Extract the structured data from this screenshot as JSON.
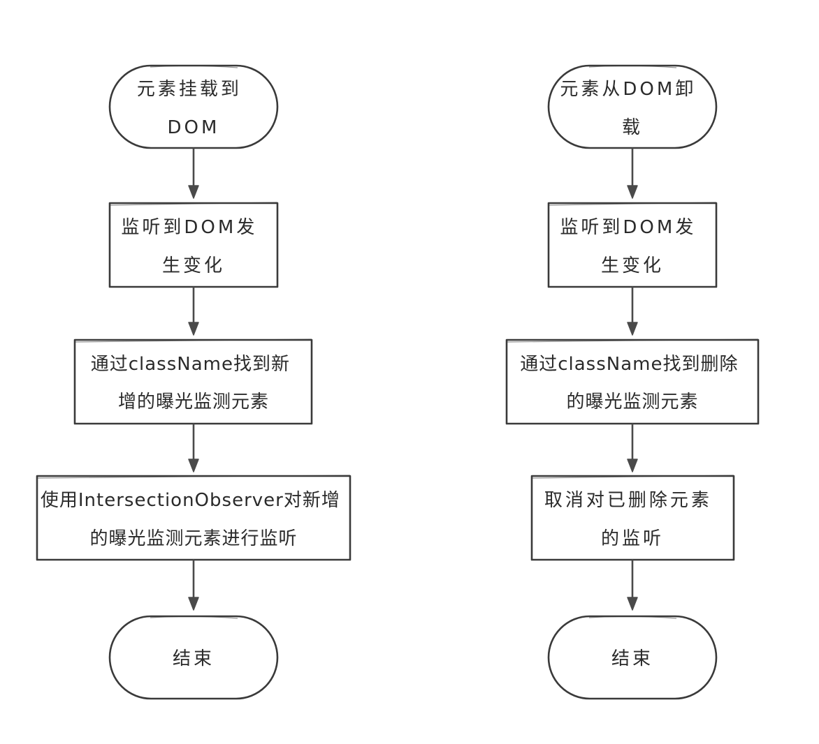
{
  "left_flow": {
    "start": {
      "lines": [
        "元素挂载到",
        "DOM"
      ]
    },
    "step1": {
      "lines": [
        "监听到DOM发",
        "生变化"
      ]
    },
    "step2": {
      "lines": [
        "通过className找到新",
        "增的曝光监测元素"
      ]
    },
    "step3": {
      "lines": [
        "使用IntersectionObserver对新增",
        "的曝光监测元素进行监听"
      ]
    },
    "end": {
      "lines": [
        "结束"
      ]
    }
  },
  "right_flow": {
    "start": {
      "lines": [
        "元素从DOM卸",
        "载"
      ]
    },
    "step1": {
      "lines": [
        "监听到DOM发",
        "生变化"
      ]
    },
    "step2": {
      "lines": [
        "通过className找到删除",
        "的曝光监测元素"
      ]
    },
    "step3": {
      "lines": [
        "取消对已删除元素",
        "的监听"
      ]
    },
    "end": {
      "lines": [
        "结束"
      ]
    }
  },
  "colors": {
    "stroke": "#3a3a3a",
    "text": "#2a2a2a",
    "background": "#ffffff"
  }
}
